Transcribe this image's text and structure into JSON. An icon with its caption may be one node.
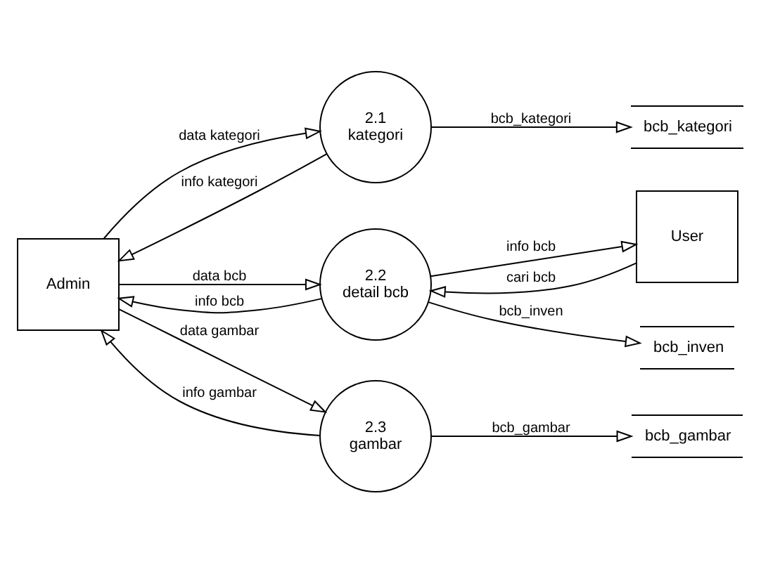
{
  "diagram": {
    "nodes": [
      {
        "text": [
          "Admin"
        ]
      },
      {
        "text": [
          "2.1",
          "kategori"
        ]
      },
      {
        "text": [
          "2.2",
          "detail bcb"
        ]
      },
      {
        "text": [
          "2.3",
          "gambar"
        ]
      },
      {
        "text": [
          "User"
        ]
      },
      {
        "text": [
          "bcb_kategori"
        ]
      },
      {
        "text": [
          "bcb_inven"
        ]
      },
      {
        "text": [
          "bcb_gambar"
        ]
      }
    ],
    "edges": [
      {
        "from": 0,
        "to": 1,
        "arrow": "to",
        "label": "data kategori"
      },
      {
        "from": 1,
        "to": 0,
        "arrow": "to",
        "label": "info kategori"
      },
      {
        "from": 1,
        "to": 5,
        "arrow": "to",
        "label": "bcb_kategori"
      },
      {
        "from": 2,
        "to": 6,
        "arrow": "to",
        "label": "bcb_inven"
      },
      {
        "from": 0,
        "to": 2,
        "arrow": "to",
        "label": "data bcb"
      },
      {
        "from": 2,
        "to": 0,
        "arrow": "to",
        "label": "info bcb"
      },
      {
        "from": 2,
        "to": 4,
        "arrow": "to",
        "label": "info bcb"
      },
      {
        "from": 4,
        "to": 2,
        "arrow": "to",
        "label": "cari bcb"
      },
      {
        "from": 0,
        "to": 3,
        "arrow": "to",
        "label": "data gambar"
      },
      {
        "from": 3,
        "to": 0,
        "arrow": "to",
        "label": "info gambar"
      },
      {
        "from": 3,
        "to": 7,
        "arrow": "to",
        "label": "bcb_gambar"
      }
    ]
  }
}
